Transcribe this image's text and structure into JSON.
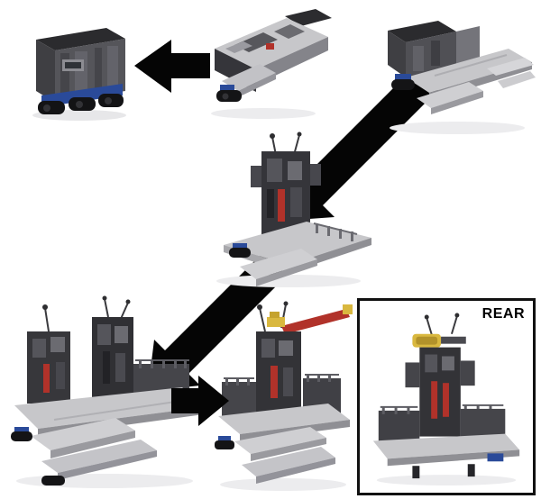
{
  "figure": {
    "type": "toy-transformation-sequence",
    "background": "#ffffff"
  },
  "inset": {
    "label": "REAR",
    "border_color": "#000000"
  },
  "stages": [
    {
      "id": "stage-1",
      "name": "packed-carrier-vehicle-mode",
      "position": "top-left"
    },
    {
      "id": "stage-2",
      "name": "deck-unfolding",
      "position": "top-center"
    },
    {
      "id": "stage-3",
      "name": "platforms-extended",
      "position": "top-right"
    },
    {
      "id": "stage-4",
      "name": "tower-raised-on-platform",
      "position": "middle-center"
    },
    {
      "id": "stage-5",
      "name": "wide-base-with-railings",
      "position": "bottom-left"
    },
    {
      "id": "stage-6",
      "name": "complete-base-with-crane",
      "position": "bottom-center"
    },
    {
      "id": "stage-rear",
      "name": "base-rear-view",
      "position": "bottom-right-inset"
    }
  ],
  "arrows": [
    {
      "id": "arrow-1",
      "direction": "left",
      "color": "#000000"
    },
    {
      "id": "arrow-2",
      "direction": "down-left",
      "color": "#000000"
    },
    {
      "id": "arrow-3",
      "direction": "down-left",
      "color": "#000000"
    },
    {
      "id": "arrow-4",
      "direction": "right",
      "color": "#000000"
    }
  ],
  "colors": {
    "arrow": "#000000",
    "toy_dark_grey": "#35353a",
    "toy_light_platform": "#c7c7ca",
    "accent_blue": "#2a4a99",
    "accent_red": "#b1322a",
    "accent_yellow": "#d9b83f"
  }
}
